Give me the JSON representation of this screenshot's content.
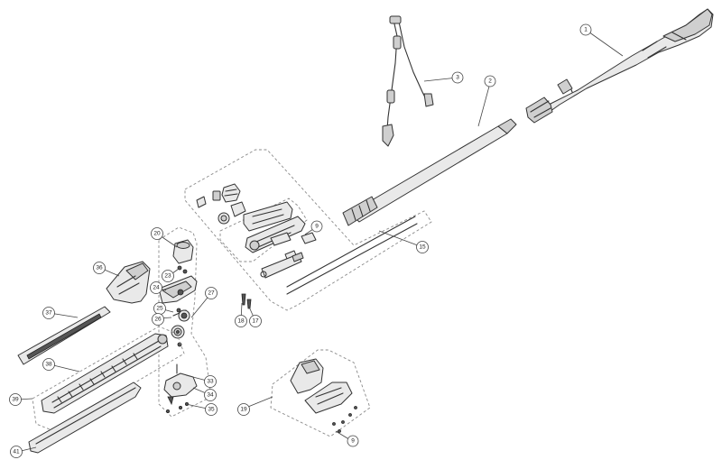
{
  "callouts": [
    {
      "id": "c1",
      "label": "1"
    },
    {
      "id": "c2",
      "label": "2"
    },
    {
      "id": "c3",
      "label": "3"
    },
    {
      "id": "c9a",
      "label": "9"
    },
    {
      "id": "c9b",
      "label": "9"
    },
    {
      "id": "c15",
      "label": "15"
    },
    {
      "id": "c17",
      "label": "17"
    },
    {
      "id": "c18",
      "label": "18"
    },
    {
      "id": "c19",
      "label": "19"
    },
    {
      "id": "c20",
      "label": "20"
    },
    {
      "id": "c23",
      "label": "23"
    },
    {
      "id": "c24",
      "label": "24"
    },
    {
      "id": "c25",
      "label": "25"
    },
    {
      "id": "c26",
      "label": "26"
    },
    {
      "id": "c27",
      "label": "27"
    },
    {
      "id": "c33",
      "label": "33"
    },
    {
      "id": "c34",
      "label": "34"
    },
    {
      "id": "c35",
      "label": "35"
    },
    {
      "id": "c36",
      "label": "36"
    },
    {
      "id": "c37",
      "label": "37"
    },
    {
      "id": "c38",
      "label": "38"
    },
    {
      "id": "c39",
      "label": "39"
    },
    {
      "id": "c41",
      "label": "41"
    }
  ]
}
